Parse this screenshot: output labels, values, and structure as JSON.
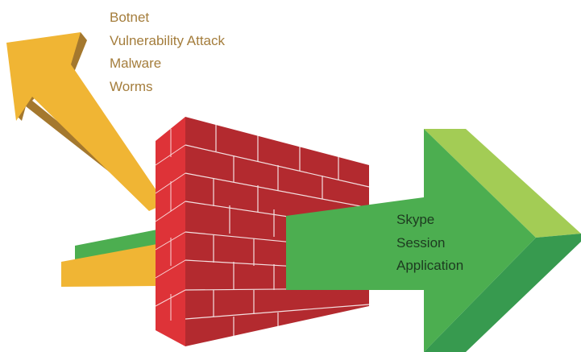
{
  "blocked_traffic": {
    "items": [
      "Botnet",
      "Vulnerability Attack",
      "Malware",
      "Worms"
    ]
  },
  "allowed_traffic": {
    "items": [
      "Skype",
      "Session",
      "Application"
    ]
  },
  "colors": {
    "blocked_arrow": "#f0b534",
    "blocked_arrow_shadow": "#a4782e",
    "allowed_arrow": "#4cae50",
    "allowed_arrow_light": "#a3cc55",
    "allowed_arrow_dark": "#379a4f",
    "firewall_front": "#b32a2f",
    "firewall_side": "#de3338",
    "mortar": "#ffffff",
    "blocked_text": "#a47d3c",
    "allowed_text": "#1d3b20"
  }
}
